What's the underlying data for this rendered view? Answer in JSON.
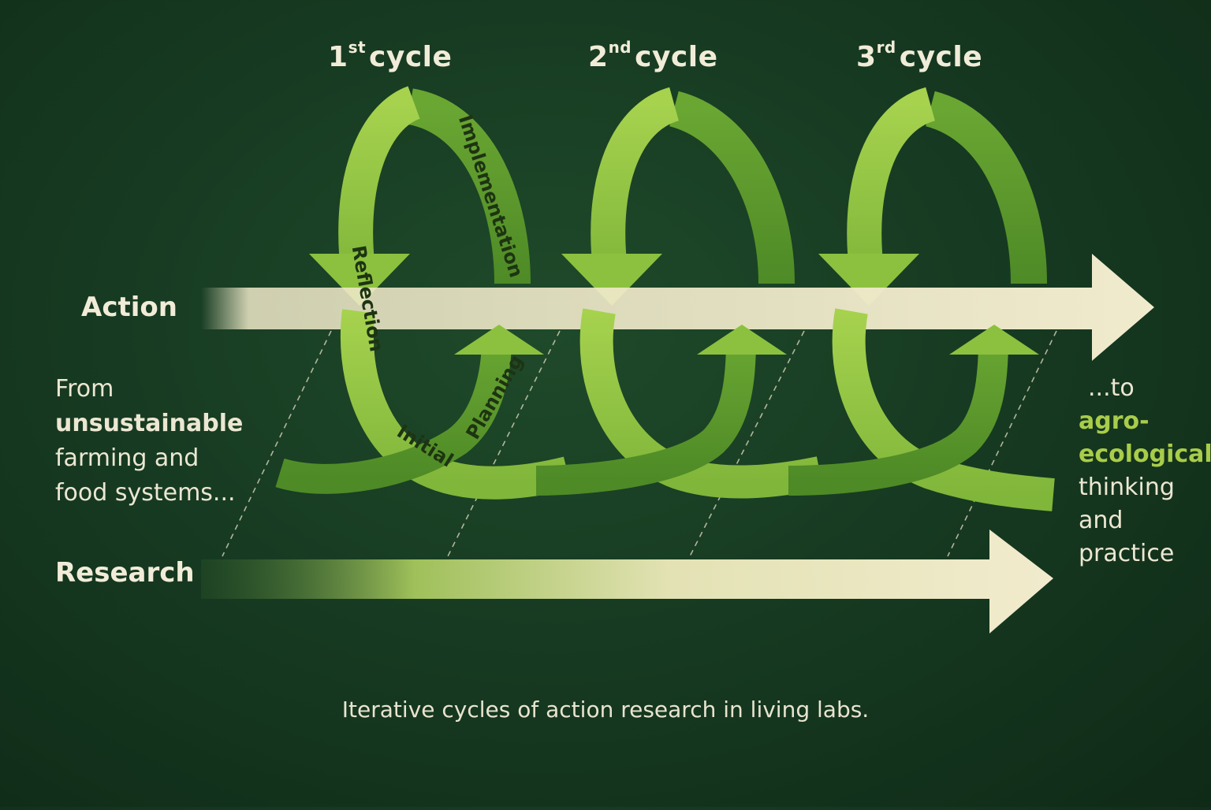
{
  "cycles": [
    {
      "ordinal": "1",
      "suffix": "st",
      "label": "cycle"
    },
    {
      "ordinal": "2",
      "suffix": "nd",
      "label": "cycle"
    },
    {
      "ordinal": "3",
      "suffix": "rd",
      "label": "cycle"
    }
  ],
  "rows": {
    "action": "Action",
    "research": "Research"
  },
  "stages": {
    "implementation": "Implementation",
    "reflection": "Reflection",
    "planning": "Planning",
    "initial": "Initial"
  },
  "left_text": {
    "line1": "From",
    "line2": "unsustainable",
    "line3": "farming and",
    "line4": "food systems..."
  },
  "right_text": {
    "line1": "...to",
    "line2": "agro-",
    "line3": "ecological",
    "line4": "thinking",
    "line5": "and",
    "line6": "practice"
  },
  "caption": "Iterative cycles of action research in living labs.",
  "colors": {
    "background": "#173b22",
    "ribbon_light": "#9ccb45",
    "ribbon_dark": "#5f9a2c",
    "arrow_cream": "#efe9c9",
    "accent": "#a9cc4a"
  }
}
